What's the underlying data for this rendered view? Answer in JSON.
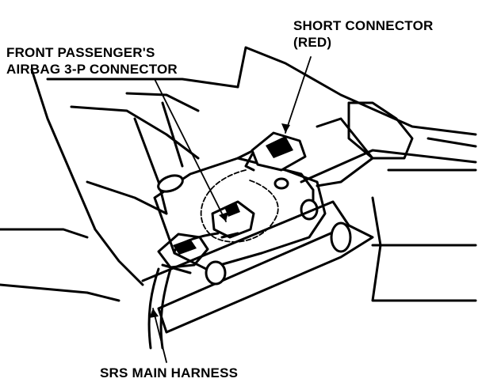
{
  "callouts": {
    "passenger_connector": [
      "FRONT PASSENGER'S",
      "AIRBAG 3-P CONNECTOR"
    ],
    "short_connector": [
      "SHORT CONNECTOR",
      "(RED)"
    ],
    "main_harness": "SRS MAIN HARNESS"
  },
  "colors": {
    "ink": "#000000",
    "paper": "#ffffff"
  }
}
